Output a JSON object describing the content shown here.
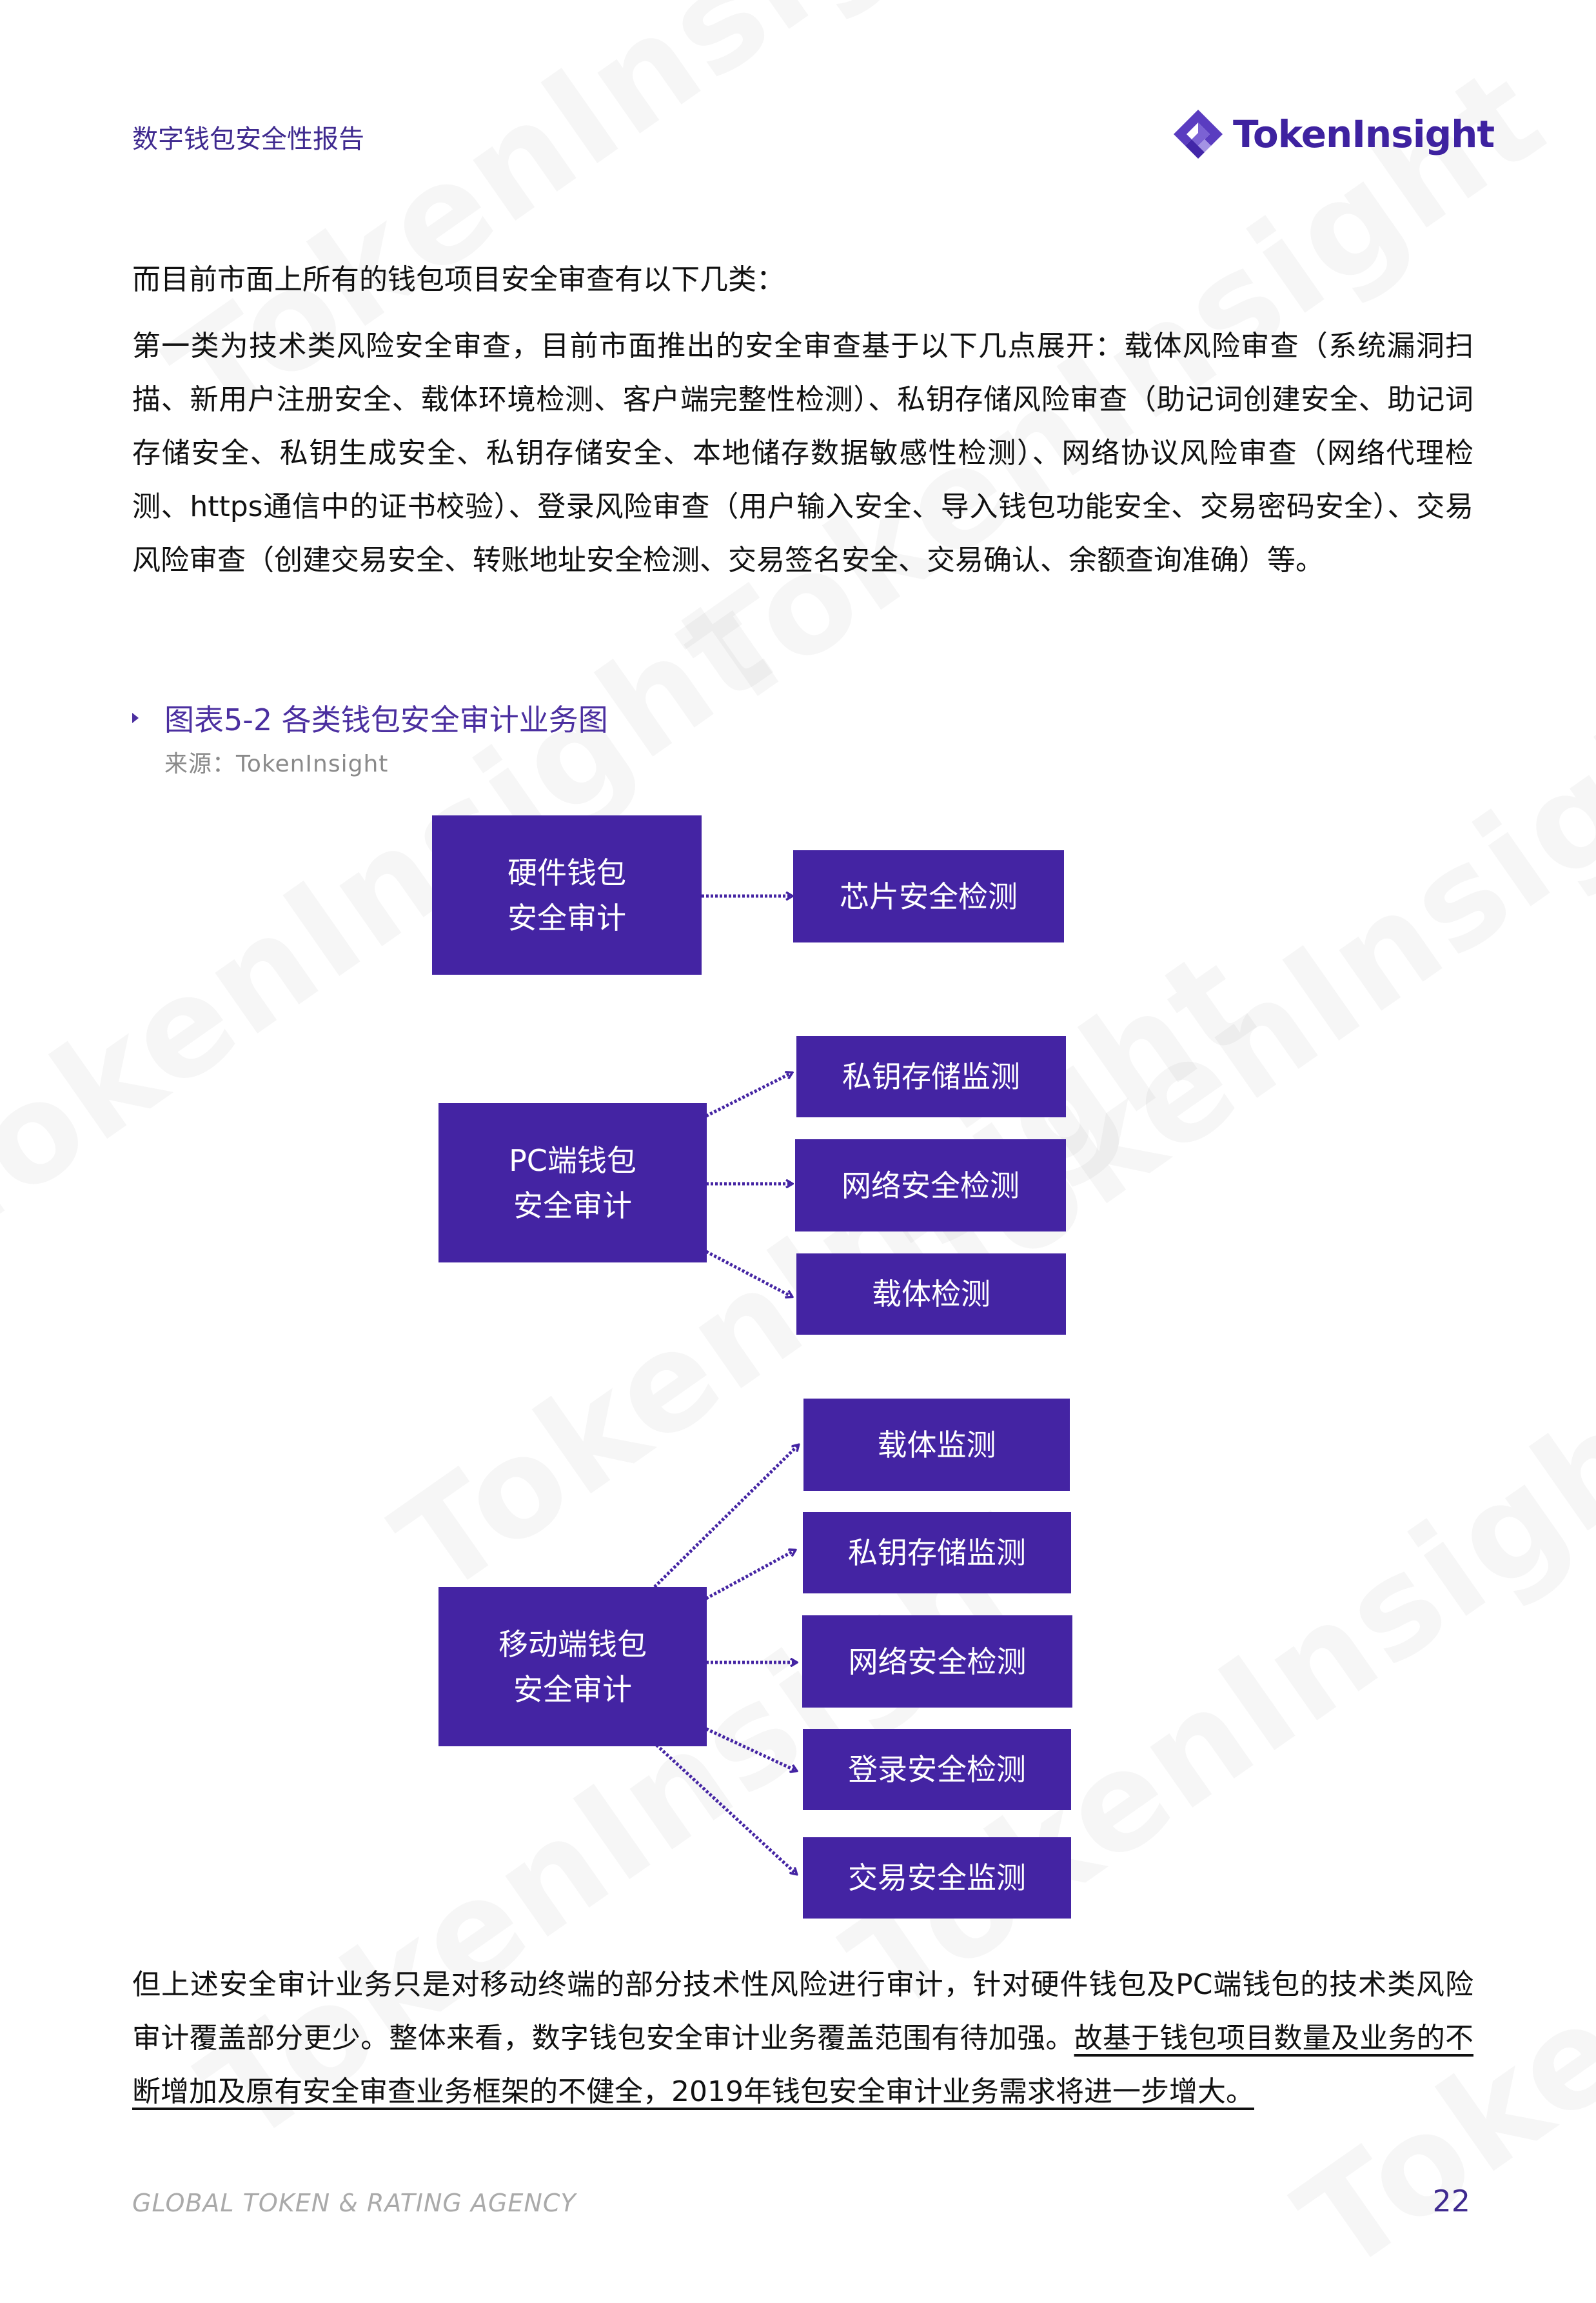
{
  "header": {
    "title": "数字钱包安全性报告",
    "logo_text": "TokenInsight",
    "logo_icon": "tokeninsight-diamond-logo-icon",
    "brand_color": "#3e22a0"
  },
  "body": {
    "intro": "而目前市面上所有的钱包项目安全审查有以下几类：",
    "paragraph1": "第一类为技术类风险安全审查，目前市面推出的安全审查基于以下几点展开：载体风险审查（系统漏洞扫描、新用户注册安全、载体环境检测、客户端完整性检测）、私钥存储风险审查（助记词创建安全、助记词存储安全、私钥生成安全、私钥存储安全、本地储存数据敏感性检测）、网络协议风险审查（网络代理检测、https通信中的证书校验）、登录风险审查（用户输入安全、导入钱包功能安全、交易密码安全）、交易风险审查（创建交易安全、转账地址安全检测、交易签名安全、交易确认、余额查询准确）等。",
    "conclusion_plain": "但上述安全审计业务只是对移动终端的部分技术性风险进行审计，针对硬件钱包及PC端钱包的技术类风险审计覆盖部分更少。整体来看，数字钱包安全审计业务覆盖范围有待加强。",
    "conclusion_underlined": "故基于钱包项目数量及业务的不断增加及原有安全审查业务框架的不健全，2019年钱包安全审计业务需求将进一步增大。"
  },
  "figure": {
    "title": "图表5-2 各类钱包安全审计业务图",
    "source": "来源：TokenInsight",
    "box_color": "#4424a3",
    "groups": [
      {
        "source": [
          "硬件钱包",
          "安全审计"
        ],
        "targets": [
          "芯片安全检测"
        ]
      },
      {
        "source": [
          "PC端钱包",
          "安全审计"
        ],
        "targets": [
          "私钥存储监测",
          "网络安全检测",
          "载体检测"
        ]
      },
      {
        "source": [
          "移动端钱包",
          "安全审计"
        ],
        "targets": [
          "载体监测",
          "私钥存储监测",
          "网络安全检测",
          "登录安全检测",
          "交易安全监测"
        ]
      }
    ]
  },
  "footer": {
    "agency": "GLOBAL TOKEN & RATING AGENCY",
    "page_number": "22"
  }
}
